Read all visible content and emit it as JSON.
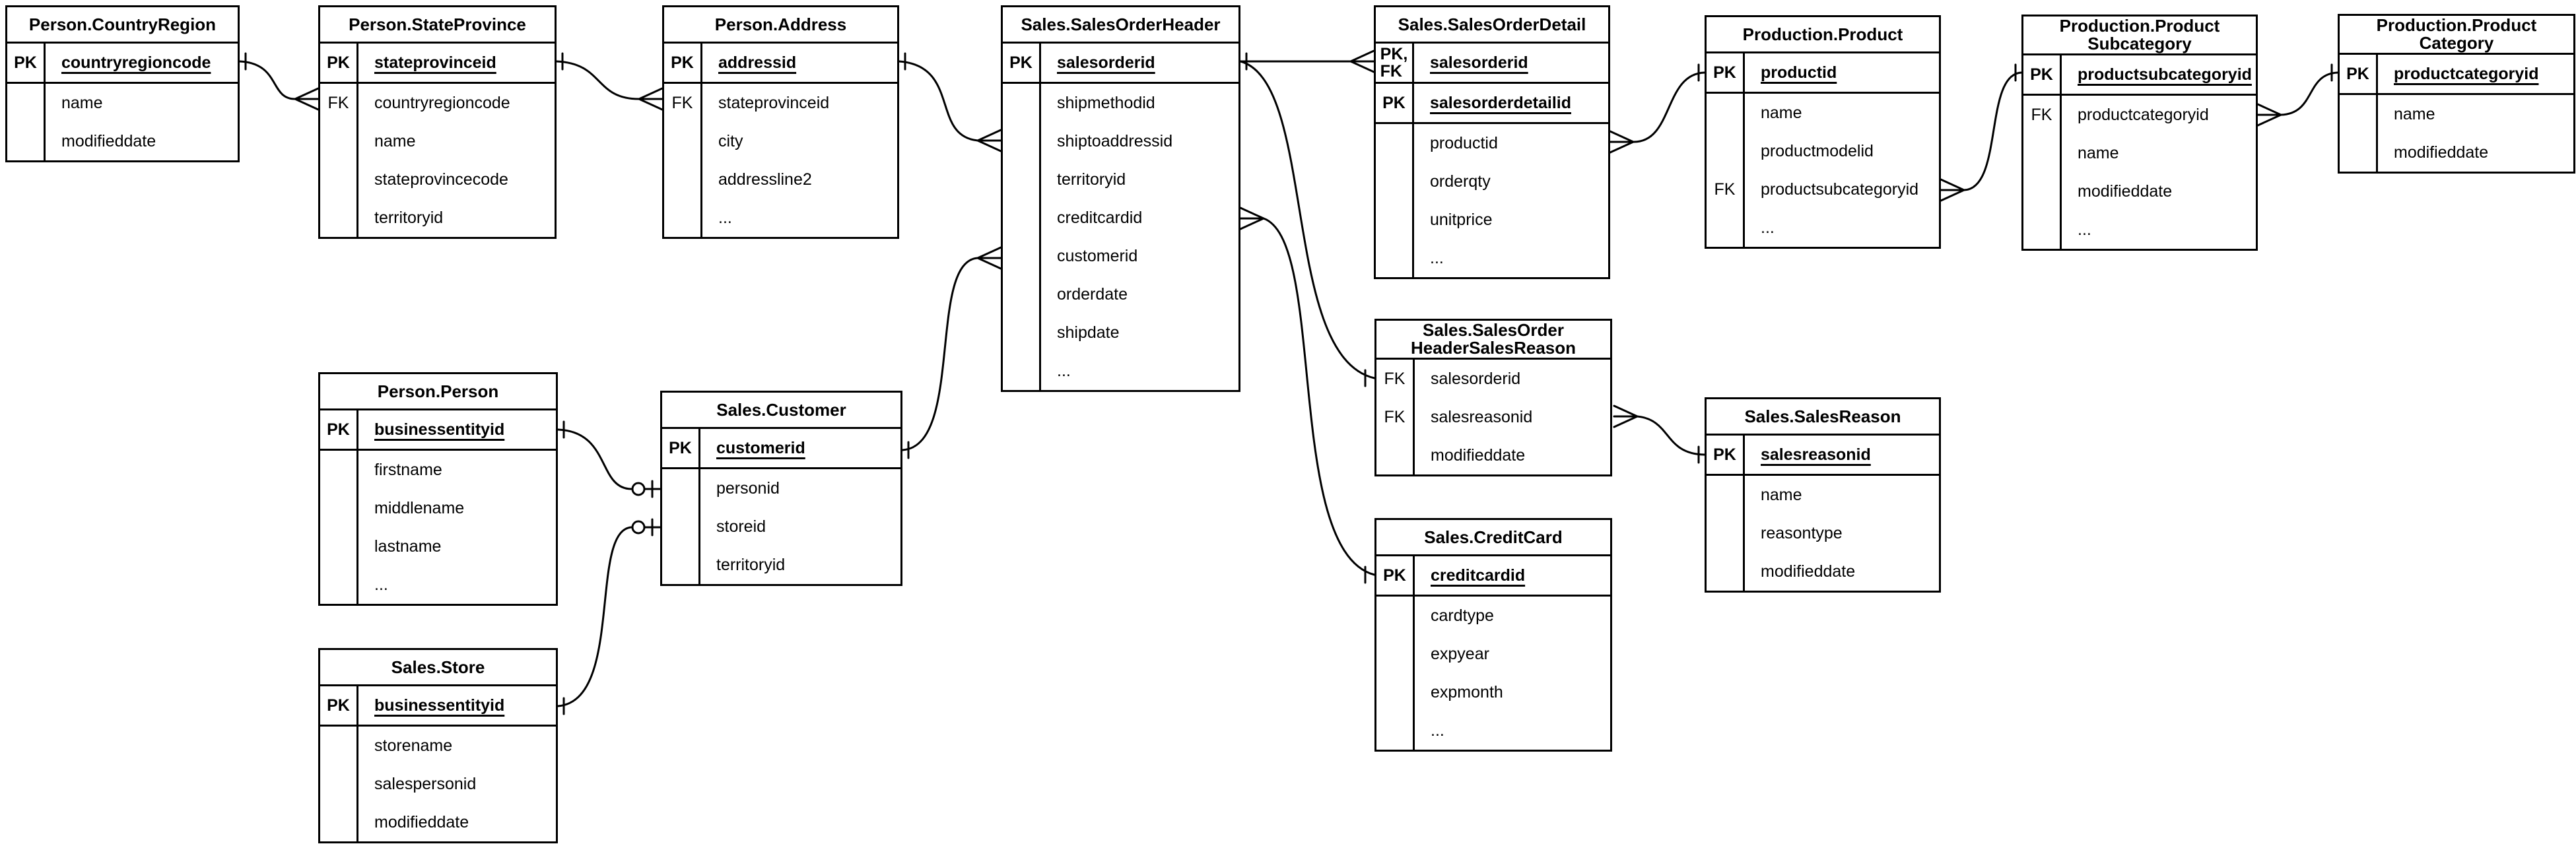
{
  "diagram": {
    "background": "#ffffff",
    "line_color": "#000000",
    "notation": "crows-foot"
  },
  "tables": [
    {
      "id": "person-countryregion",
      "title": "Person.CountryRegion",
      "title_lines": [
        "Person.CountryRegion"
      ],
      "sections": [
        [
          {
            "key": "PK",
            "name": "countryregioncode",
            "pk": true
          }
        ],
        [
          {
            "key": "",
            "name": "name"
          },
          {
            "key": "",
            "name": "modifieddate"
          }
        ]
      ]
    },
    {
      "id": "person-stateprovince",
      "title": "Person.StateProvince",
      "title_lines": [
        "Person.StateProvince"
      ],
      "sections": [
        [
          {
            "key": "PK",
            "name": "stateprovinceid",
            "pk": true
          }
        ],
        [
          {
            "key": "FK",
            "name": "countryregioncode"
          },
          {
            "key": "",
            "name": "name"
          },
          {
            "key": "",
            "name": "stateprovincecode"
          },
          {
            "key": "",
            "name": "territoryid"
          }
        ]
      ]
    },
    {
      "id": "person-address",
      "title": "Person.Address",
      "title_lines": [
        "Person.Address"
      ],
      "sections": [
        [
          {
            "key": "PK",
            "name": "addressid",
            "pk": true
          }
        ],
        [
          {
            "key": "FK",
            "name": "stateprovinceid"
          },
          {
            "key": "",
            "name": "city"
          },
          {
            "key": "",
            "name": "addressline2"
          },
          {
            "key": "",
            "name": "..."
          }
        ]
      ]
    },
    {
      "id": "sales-salesorderheader",
      "title": "Sales.SalesOrderHeader",
      "title_lines": [
        "Sales.SalesOrderHeader"
      ],
      "sections": [
        [
          {
            "key": "PK",
            "name": "salesorderid",
            "pk": true
          }
        ],
        [
          {
            "key": "",
            "name": "shipmethodid"
          },
          {
            "key": "",
            "name": "shiptoaddressid"
          },
          {
            "key": "",
            "name": "territoryid"
          },
          {
            "key": "",
            "name": "creditcardid"
          },
          {
            "key": "",
            "name": "customerid"
          },
          {
            "key": "",
            "name": "orderdate"
          },
          {
            "key": "",
            "name": "shipdate"
          },
          {
            "key": "",
            "name": "..."
          }
        ]
      ]
    },
    {
      "id": "sales-salesorderdetail",
      "title": "Sales.SalesOrderDetail",
      "title_lines": [
        "Sales.SalesOrderDetail"
      ],
      "sections": [
        [
          {
            "key": "PK,\nFK",
            "name": "salesorderid",
            "pk": true
          }
        ],
        [
          {
            "key": "PK",
            "name": "salesorderdetailid",
            "pk": true
          }
        ],
        [
          {
            "key": "",
            "name": "productid"
          },
          {
            "key": "",
            "name": "orderqty"
          },
          {
            "key": "",
            "name": "unitprice"
          },
          {
            "key": "",
            "name": "..."
          }
        ]
      ]
    },
    {
      "id": "production-product",
      "title": "Production.Product",
      "title_lines": [
        "Production.Product"
      ],
      "sections": [
        [
          {
            "key": "PK",
            "name": "productid",
            "pk": true
          }
        ],
        [
          {
            "key": "",
            "name": "name"
          },
          {
            "key": "",
            "name": "productmodelid"
          },
          {
            "key": "FK",
            "name": "productsubcategoryid"
          },
          {
            "key": "",
            "name": "..."
          }
        ]
      ]
    },
    {
      "id": "production-productsubcategory",
      "title": "Production.ProductSubcategory",
      "title_lines": [
        "Production.Product",
        "Subcategory"
      ],
      "sections": [
        [
          {
            "key": "PK",
            "name": "productsubcategoryid",
            "pk": true
          }
        ],
        [
          {
            "key": "FK",
            "name": "productcategoryid"
          },
          {
            "key": "",
            "name": "name"
          },
          {
            "key": "",
            "name": "modifieddate"
          },
          {
            "key": "",
            "name": "..."
          }
        ]
      ]
    },
    {
      "id": "production-productcategory",
      "title": "Production.ProductCategory",
      "title_lines": [
        "Production.Product",
        "Category"
      ],
      "sections": [
        [
          {
            "key": "PK",
            "name": "productcategoryid",
            "pk": true
          }
        ],
        [
          {
            "key": "",
            "name": "name"
          },
          {
            "key": "",
            "name": "modifieddate"
          }
        ]
      ]
    },
    {
      "id": "person-person",
      "title": "Person.Person",
      "title_lines": [
        "Person.Person"
      ],
      "sections": [
        [
          {
            "key": "PK",
            "name": "businessentityid",
            "pk": true
          }
        ],
        [
          {
            "key": "",
            "name": "firstname"
          },
          {
            "key": "",
            "name": "middlename"
          },
          {
            "key": "",
            "name": "lastname"
          },
          {
            "key": "",
            "name": "..."
          }
        ]
      ]
    },
    {
      "id": "sales-customer",
      "title": "Sales.Customer",
      "title_lines": [
        "Sales.Customer"
      ],
      "sections": [
        [
          {
            "key": "PK",
            "name": "customerid",
            "pk": true
          }
        ],
        [
          {
            "key": "",
            "name": "personid"
          },
          {
            "key": "",
            "name": "storeid"
          },
          {
            "key": "",
            "name": "territoryid"
          }
        ]
      ]
    },
    {
      "id": "sales-store",
      "title": "Sales.Store",
      "title_lines": [
        "Sales.Store"
      ],
      "sections": [
        [
          {
            "key": "PK",
            "name": "businessentityid",
            "pk": true
          }
        ],
        [
          {
            "key": "",
            "name": "storename"
          },
          {
            "key": "",
            "name": "salespersonid"
          },
          {
            "key": "",
            "name": "modifieddate"
          }
        ]
      ]
    },
    {
      "id": "sales-salesorderheadersalesreason",
      "title": "Sales.SalesOrderHeaderSalesReason",
      "title_lines": [
        "Sales.SalesOrder",
        "HeaderSalesReason"
      ],
      "sections": [
        [
          {
            "key": "FK",
            "name": "salesorderid"
          },
          {
            "key": "FK",
            "name": "salesreasonid"
          },
          {
            "key": "",
            "name": "modifieddate"
          }
        ]
      ]
    },
    {
      "id": "sales-salesreason",
      "title": "Sales.SalesReason",
      "title_lines": [
        "Sales.SalesReason"
      ],
      "sections": [
        [
          {
            "key": "PK",
            "name": "salesreasonid",
            "pk": true
          }
        ],
        [
          {
            "key": "",
            "name": "name"
          },
          {
            "key": "",
            "name": "reasontype"
          },
          {
            "key": "",
            "name": "modifieddate"
          }
        ]
      ]
    },
    {
      "id": "sales-creditcard",
      "title": "Sales.CreditCard",
      "title_lines": [
        "Sales.CreditCard"
      ],
      "sections": [
        [
          {
            "key": "PK",
            "name": "creditcardid",
            "pk": true
          }
        ],
        [
          {
            "key": "",
            "name": "cardtype"
          },
          {
            "key": "",
            "name": "expyear"
          },
          {
            "key": "",
            "name": "expmonth"
          },
          {
            "key": "",
            "name": "..."
          }
        ]
      ]
    }
  ],
  "relationships": [
    {
      "from": "Person.CountryRegion.countryregioncode",
      "from_marker": "one",
      "to": "Person.StateProvince.countryregioncode",
      "to_marker": "many"
    },
    {
      "from": "Person.StateProvince.stateprovinceid",
      "from_marker": "one",
      "to": "Person.Address.stateprovinceid",
      "to_marker": "many"
    },
    {
      "from": "Person.Address.addressid",
      "from_marker": "one",
      "to": "Sales.SalesOrderHeader.shiptoaddressid",
      "to_marker": "many"
    },
    {
      "from": "Sales.Customer.customerid",
      "from_marker": "one",
      "to": "Sales.SalesOrderHeader.customerid",
      "to_marker": "many"
    },
    {
      "from": "Sales.SalesOrderHeader.salesorderid",
      "from_marker": "one",
      "to": "Sales.SalesOrderDetail.salesorderid",
      "to_marker": "many"
    },
    {
      "from": "Sales.SalesOrderHeader.salesorderid",
      "from_marker": "one",
      "to": "Sales.SalesOrderHeaderSalesReason.salesorderid",
      "to_marker": "one"
    },
    {
      "from": "Sales.SalesOrderHeader.creditcardid",
      "from_marker": "many",
      "to": "Sales.CreditCard.creditcardid",
      "to_marker": "one"
    },
    {
      "from": "Person.Person.businessentityid",
      "from_marker": "one",
      "to": "Sales.Customer.personid",
      "to_marker": "zero-or-one"
    },
    {
      "from": "Sales.Store.businessentityid",
      "from_marker": "one",
      "to": "Sales.Customer.storeid",
      "to_marker": "zero-or-one"
    },
    {
      "from": "Sales.SalesOrderDetail.productid",
      "from_marker": "many",
      "to": "Production.Product.productid",
      "to_marker": "one"
    },
    {
      "from": "Production.Product.productsubcategoryid",
      "from_marker": "many",
      "to": "Production.ProductSubcategory.productsubcategoryid",
      "to_marker": "one"
    },
    {
      "from": "Production.ProductSubcategory.productcategoryid",
      "from_marker": "many",
      "to": "Production.ProductCategory.productcategoryid",
      "to_marker": "one"
    },
    {
      "from": "Sales.SalesOrderHeaderSalesReason.salesreasonid",
      "from_marker": "many",
      "to": "Sales.SalesReason.salesreasonid",
      "to_marker": "one"
    }
  ]
}
